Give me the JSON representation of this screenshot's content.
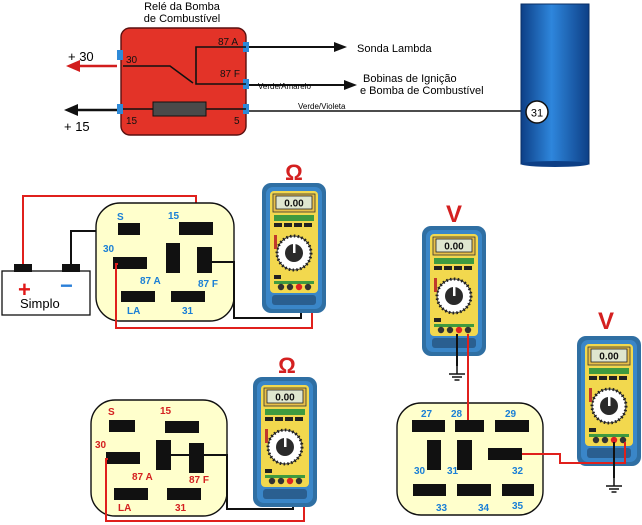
{
  "relay": {
    "title_line1": "Relé da Bomba",
    "title_line2": "de Combustível",
    "pin_30": "30",
    "pin_87a": "87 A",
    "pin_87f": "87 F",
    "pin_15": "15",
    "pin_5": "5",
    "plus30": "+ 30",
    "plus15": "+ 15",
    "sonda": "Sonda Lambda",
    "bobinas_line1": "Bobinas de Ignição",
    "bobinas_line2": "e Bomba de Combustível",
    "wire_verde_amarelo": "Verde/Amarelo",
    "wire_verde_violeta": "Verde/Violeta",
    "ecu_pin": "31"
  },
  "battery": {
    "plus": "+",
    "minus": "−",
    "label": "Simplo"
  },
  "socket1": {
    "s": "S",
    "p15": "15",
    "p30": "30",
    "p87a": "87 A",
    "p87f": "87 F",
    "la": "LA",
    "p31": "31"
  },
  "socket2": {
    "s": "S",
    "p15": "15",
    "p30": "30",
    "p87a": "87 A",
    "p87f": "87 F",
    "la": "LA",
    "p31": "31"
  },
  "socket3": {
    "p27": "27",
    "p28": "28",
    "p29": "29",
    "p30": "30",
    "p31": "31",
    "p32": "32",
    "p33": "33",
    "p34": "34",
    "p35": "35"
  },
  "meters": {
    "display": "0.00",
    "ohm_symbol": "Ω",
    "volt_symbol": "V"
  },
  "colors": {
    "wire_red": "#e0201c",
    "wire_black": "#111111",
    "relay_red": "#e33328",
    "socket_fill": "#ffffcc",
    "pin_blue": "#1a7fd6",
    "pin_red": "#d42020",
    "meter_frame": "#2f6fa3",
    "meter_body": "#f2d84e",
    "ecu_blue": "#1d6fbf"
  }
}
